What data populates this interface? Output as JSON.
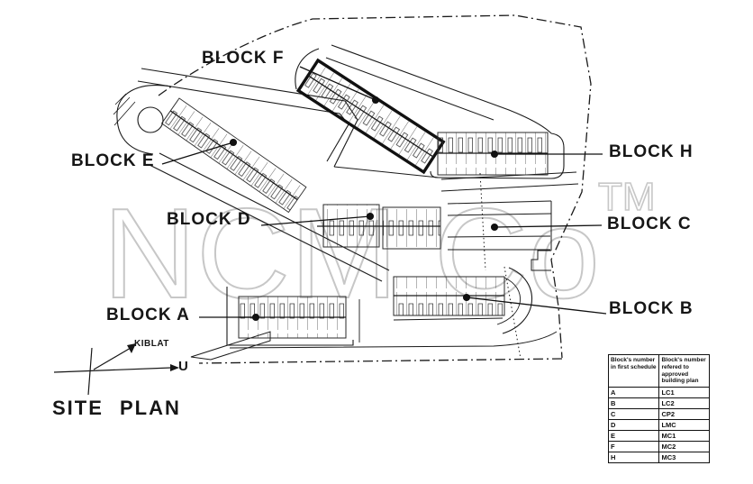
{
  "title": "SITE PLAN",
  "watermark": {
    "text": "NCM Co",
    "tm": "TM",
    "color": "#c7c7c7"
  },
  "compass": {
    "kiblat_label": "KIBLAT",
    "north_label": "U"
  },
  "blocks": [
    {
      "id": "A",
      "label": "BLOCK A"
    },
    {
      "id": "B",
      "label": "BLOCK B"
    },
    {
      "id": "C",
      "label": "BLOCK C"
    },
    {
      "id": "D",
      "label": "BLOCK D"
    },
    {
      "id": "E",
      "label": "BLOCK E"
    },
    {
      "id": "F",
      "label": "BLOCK F"
    },
    {
      "id": "H",
      "label": "BLOCK H"
    }
  ],
  "legend_table": {
    "headers": {
      "col1": "Block's number in first schedule",
      "col2": "Block's number refered to approved building plan"
    },
    "rows": [
      {
        "block": "A",
        "number": "LC1"
      },
      {
        "block": "B",
        "number": "LC2"
      },
      {
        "block": "C",
        "number": "CP2"
      },
      {
        "block": "D",
        "number": "LMC"
      },
      {
        "block": "E",
        "number": "MC1"
      },
      {
        "block": "F",
        "number": "MC2"
      },
      {
        "block": "H",
        "number": "MC3"
      }
    ]
  },
  "drawing": {
    "ink": "#1a1a1a"
  }
}
